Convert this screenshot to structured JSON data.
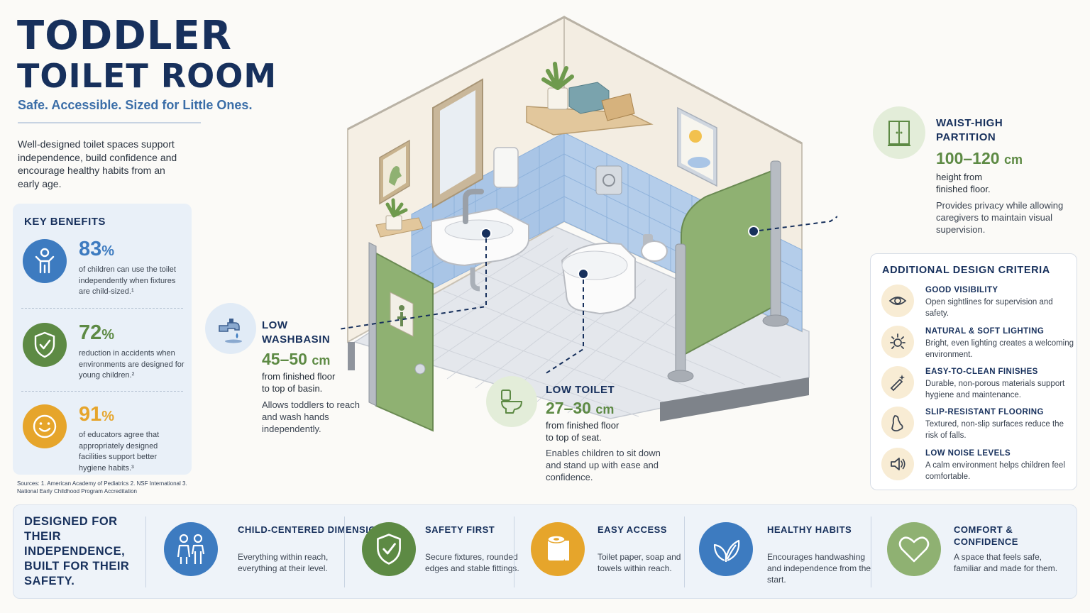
{
  "header": {
    "title_line1": "TODDLER",
    "title_line2": "TOILET ROOM",
    "subtitle": "Safe. Accessible. Sized for Little Ones.",
    "intro": "Well-designed toilet spaces support independence, build confidence and encourage healthy habits from an early age."
  },
  "benefits": {
    "heading": "KEY BENEFITS",
    "items": [
      {
        "value": "83",
        "unit": "%",
        "text": "of children can use the toilet independently when fixtures are child-sized.¹",
        "color": "#3d7bc0",
        "icon": "child-icon"
      },
      {
        "value": "72",
        "unit": "%",
        "text": "reduction in accidents when environments are designed for young children.²",
        "color": "#5d8a44",
        "icon": "shield-check-icon"
      },
      {
        "value": "91",
        "unit": "%",
        "text": "of educators agree that appropriately designed facilities support better hygiene habits.³",
        "color": "#e6a52b",
        "icon": "smiley-icon"
      }
    ],
    "sources": "Sources: 1. American Academy of Pediatrics 2. NSF International 3. National Early Childhood Program Accreditation"
  },
  "callouts": {
    "washbasin": {
      "title_line1": "LOW",
      "title_line2": "WASHBASIN",
      "value": "45–50",
      "unit": "cm",
      "sub_line1": "from finished floor",
      "sub_line2": "to top of basin.",
      "desc": "Allows toddlers to reach and wash hands independently.",
      "icon": "faucet-icon"
    },
    "toilet": {
      "title": "LOW TOILET",
      "value": "27–30",
      "unit": "cm",
      "sub_line1": "from finished floor",
      "sub_line2": "to top of seat.",
      "desc": "Enables children to sit down and stand up with ease and confidence.",
      "icon": "toilet-icon"
    },
    "partition": {
      "title_line1": "WAIST-HIGH",
      "title_line2": "PARTITION",
      "value": "100–120",
      "unit": "cm",
      "sub_line1": "height from",
      "sub_line2": "finished floor.",
      "desc": "Provides privacy while allowing caregivers to maintain visual supervision.",
      "icon": "partition-icon"
    }
  },
  "criteria": {
    "heading": "ADDITIONAL DESIGN CRITERIA",
    "items": [
      {
        "title": "GOOD VISIBILITY",
        "desc": "Open sightlines for supervision and safety.",
        "icon": "eye-icon"
      },
      {
        "title": "NATURAL & SOFT LIGHTING",
        "desc": "Bright, even lighting creates a welcoming environment.",
        "icon": "sun-icon"
      },
      {
        "title": "EASY-TO-CLEAN FINISHES",
        "desc": "Durable, non-porous materials support hygiene and maintenance.",
        "icon": "sparkle-clean-icon"
      },
      {
        "title": "SLIP-RESISTANT FLOORING",
        "desc": "Textured, non-slip surfaces reduce the risk of falls.",
        "icon": "foot-icon"
      },
      {
        "title": "LOW NOISE LEVELS",
        "desc": "A calm environment helps children feel comfortable.",
        "icon": "speaker-icon"
      }
    ]
  },
  "bottom": {
    "tagline": "DESIGNED FOR THEIR INDEPENDENCE, BUILT FOR THEIR SAFETY.",
    "features": [
      {
        "title": "CHILD-CENTERED DIMENSIONS",
        "desc": "Everything within reach, everything at their level.",
        "color": "#3d7bc0",
        "icon": "children-icon"
      },
      {
        "title": "SAFETY FIRST",
        "desc": "Secure fixtures, rounded edges and stable fittings.",
        "color": "#5d8a44",
        "icon": "shield-check-icon"
      },
      {
        "title": "EASY ACCESS",
        "desc": "Toilet paper, soap and towels within reach.",
        "color": "#e6a52b",
        "icon": "toilet-paper-icon"
      },
      {
        "title": "HEALTHY HABITS",
        "desc": "Encourages handwashing and independence from the start.",
        "color": "#3d7bc0",
        "icon": "leaf-icon"
      },
      {
        "title": "COMFORT & CONFIDENCE",
        "desc": "A space that feels safe, familiar and made for them.",
        "color": "#8fb172",
        "icon": "heart-icon"
      }
    ]
  }
}
